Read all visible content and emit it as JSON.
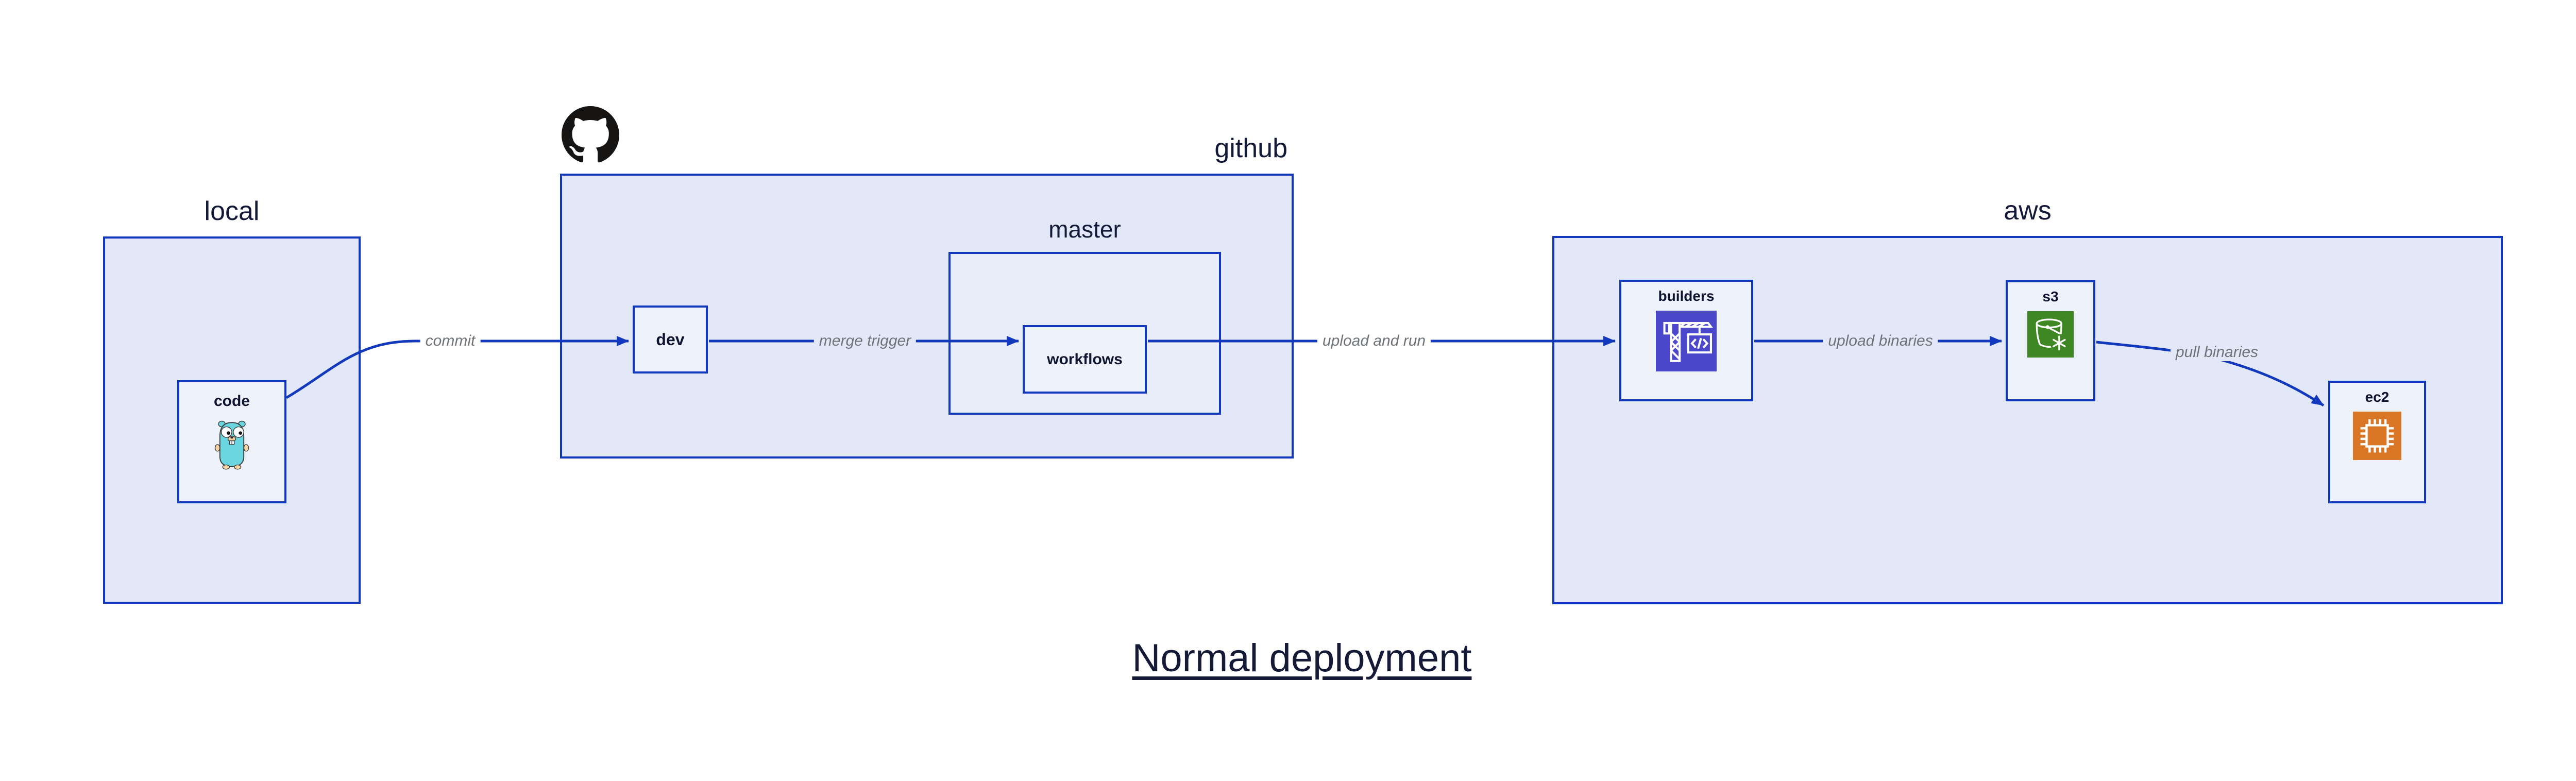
{
  "title": "Normal deployment",
  "containers": {
    "local": {
      "label": "local"
    },
    "github": {
      "label": "github"
    },
    "master": {
      "label": "master"
    },
    "aws": {
      "label": "aws"
    }
  },
  "nodes": {
    "code": {
      "label": "code",
      "icon": "go-gopher-icon"
    },
    "dev": {
      "label": "dev"
    },
    "workflows": {
      "label": "workflows"
    },
    "builders": {
      "label": "builders",
      "icon": "aws-codebuild-icon"
    },
    "s3": {
      "label": "s3",
      "icon": "s3-bucket-snowflake-icon"
    },
    "ec2": {
      "label": "ec2",
      "icon": "ec2-chip-icon"
    }
  },
  "edges": {
    "commit": {
      "label": "commit",
      "from": "code",
      "to": "dev"
    },
    "merge_trigger": {
      "label": "merge trigger",
      "from": "dev",
      "to": "workflows"
    },
    "upload_and_run": {
      "label": "upload and run",
      "from": "workflows",
      "to": "builders"
    },
    "upload_binaries": {
      "label": "upload binaries",
      "from": "builders",
      "to": "s3"
    },
    "pull_binaries": {
      "label": "pull binaries",
      "from": "s3",
      "to": "ec2"
    }
  },
  "icons": {
    "github_logo": "github-octocat-logo"
  },
  "colors": {
    "border_and_arrow_blue": "#1238BE",
    "container_fill": "#E3E8F8",
    "master_fill": "#E9EDFA",
    "node_fill": "#EEF2FB",
    "edge_label_gray": "#6F7378",
    "text_navy": "#131A38",
    "title_navy": "#151B36",
    "codebuild_purple": "#4B48CB",
    "s3_green": "#3F8624",
    "ec2_orange": "#D97726",
    "gopher_teal": "#6AD6E0",
    "logo_black": "#171513"
  }
}
